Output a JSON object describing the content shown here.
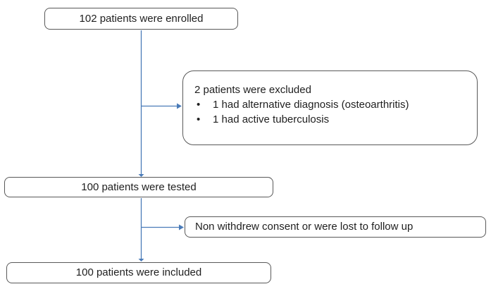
{
  "diagram": {
    "type": "flowchart",
    "nodes": {
      "enrolled": {
        "label": "102 patients were enrolled"
      },
      "excluded": {
        "heading": "2 patients were excluded",
        "bullet_glyph": "•",
        "bullets": [
          "1 had alternative diagnosis (osteoarthritis)",
          "1 had active tuberculosis"
        ]
      },
      "tested": {
        "label": "100 patients were tested"
      },
      "withdrew": {
        "label": "Non withdrew consent or were lost to follow up"
      },
      "included": {
        "label": "100 patients were included"
      }
    },
    "edges": [
      "enrolled -> tested",
      "enrolled -> excluded (branch)",
      "tested -> included",
      "tested -> withdrew (branch)"
    ],
    "colors": {
      "connector": "#4a7bb8",
      "box_border": "#595959",
      "text": "#1f1f1f",
      "background": "#ffffff"
    }
  }
}
